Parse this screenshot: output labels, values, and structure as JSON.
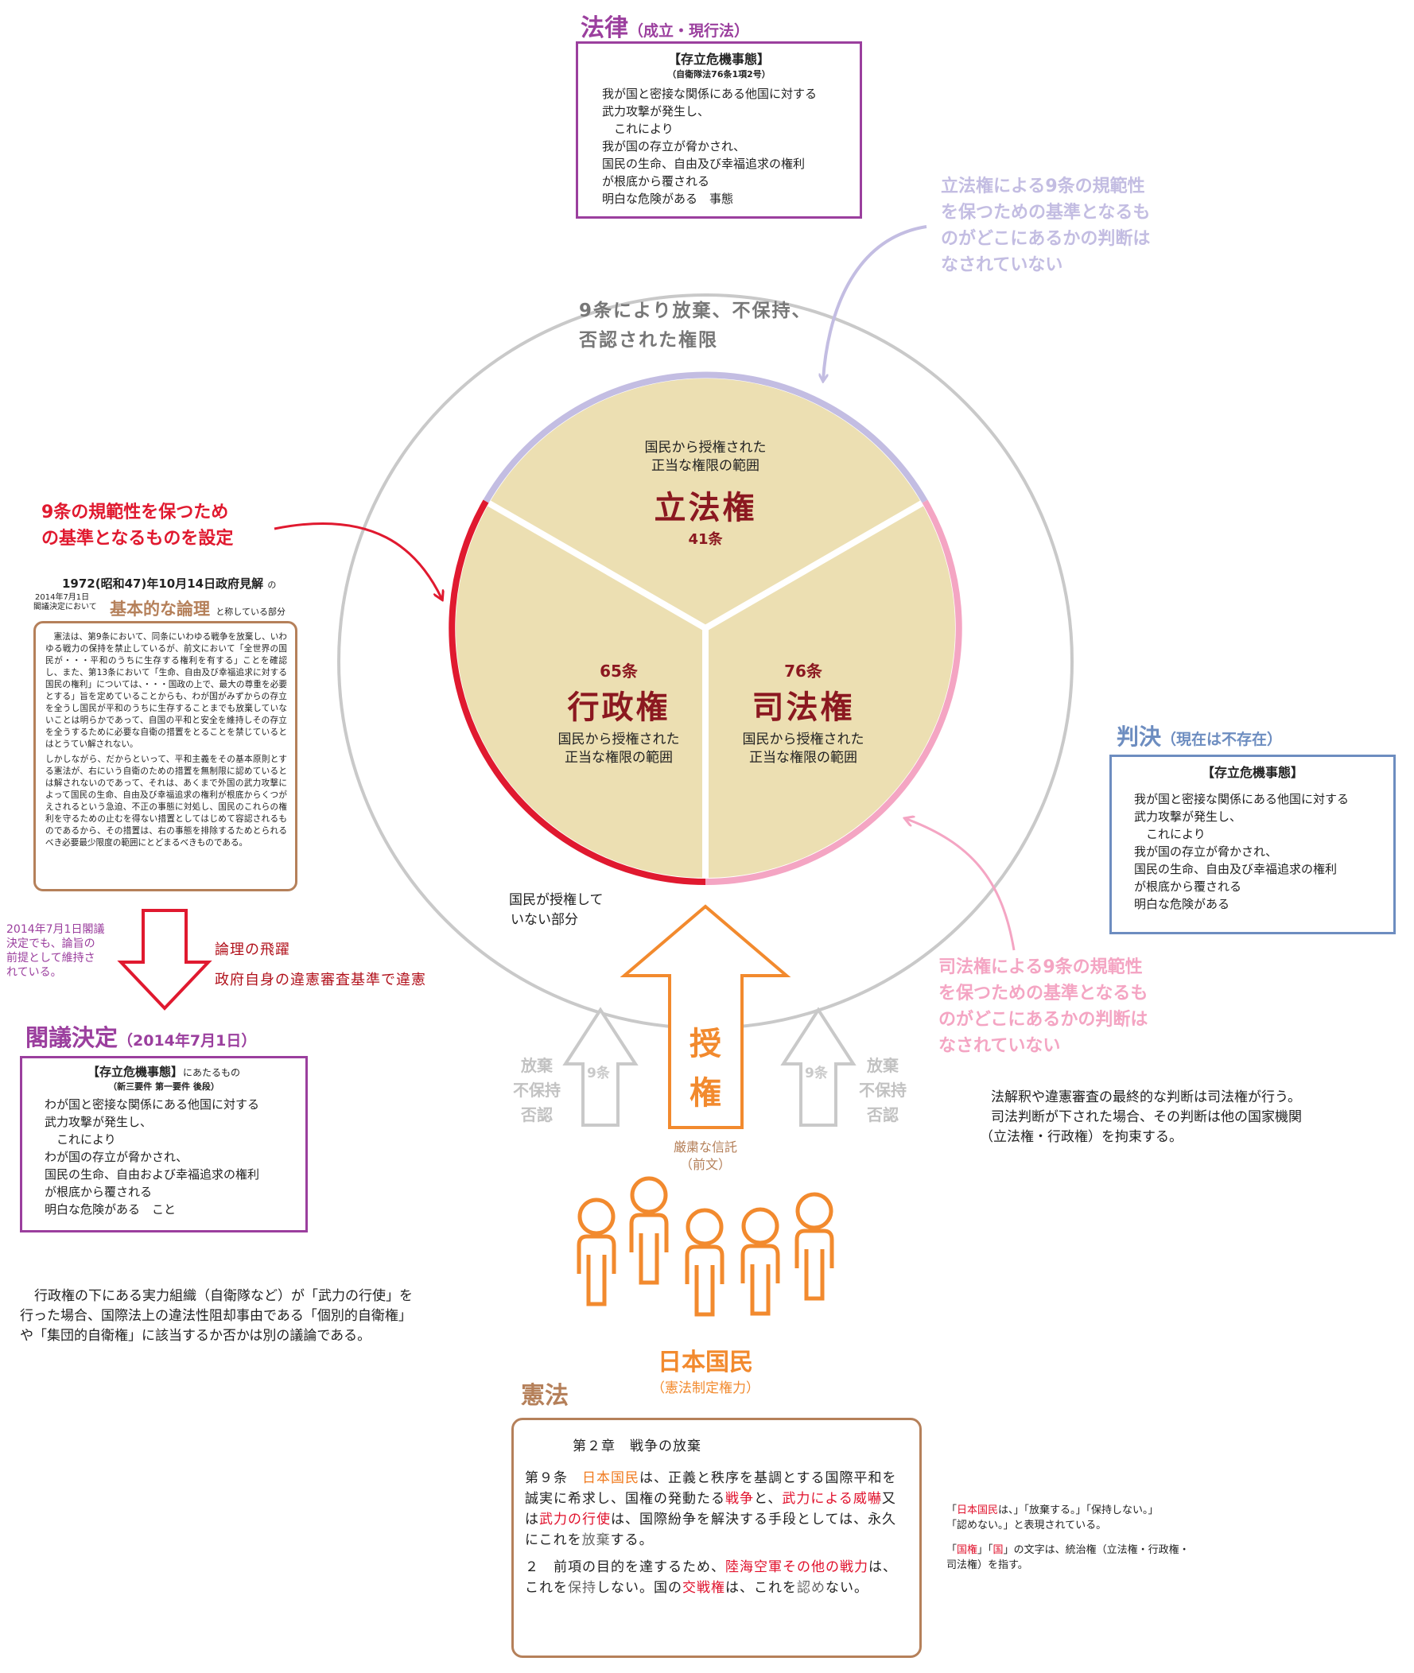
{
  "colors": {
    "purple": "#9b3f9e",
    "blue": "#6d8dc0",
    "brown": "#b5805a",
    "orange": "#f28a2e",
    "red": "#e0192f",
    "pink": "#f4a5c3",
    "lavender": "#c3bde2",
    "beige": "#ecdfb2",
    "dark_red": "#8b1820",
    "gray": "#c9c9c9"
  },
  "law": {
    "title": "法律",
    "subtitle": "（成立・現行法）",
    "box_title": "【存立危機事態】",
    "box_sub": "（自衛隊法76条1項2号）",
    "lines": [
      "我が国と密接な関係にある他国に対する",
      "武力攻撃が発生し、",
      "　これにより",
      "我が国の存立が脅かされ、",
      "国民の生命、自由及び幸福追求の権利",
      "が根底から覆される",
      "明白な危険がある　事態"
    ]
  },
  "legislative_note": [
    "立法権による9条の規範性",
    "を保つための基準となるも",
    "のがどこにあるかの判断は",
    "なされていない"
  ],
  "outer_ring_label": [
    "9条により放棄、不保持、",
    "否認された権限"
  ],
  "circle": {
    "legislative": {
      "desc": [
        "国民から授権された",
        "正当な権限の範囲"
      ],
      "name": "立法権",
      "article": "41条"
    },
    "executive": {
      "article": "65条",
      "name": "行政権",
      "desc": [
        "国民から授権された",
        "正当な権限の範囲"
      ]
    },
    "judicial": {
      "article": "76条",
      "name": "司法権",
      "desc": [
        "国民から授権された",
        "正当な権限の範囲"
      ]
    },
    "not_authorized": [
      "国民が授権して",
      "いない部分"
    ]
  },
  "norm_setting": [
    "9条の規範性を保つため",
    "の基準となるものを設定"
  ],
  "gov_1972": {
    "header": "1972(昭和47)年10月14日政府見解",
    "header_suffix": "の",
    "date_small": [
      "2014年7月1日",
      "閣議決定において"
    ],
    "basic_logic": "基本的な論理",
    "basic_suffix": "と称している部分",
    "para1": "憲法は、第9条において、同条にいわゆる戦争を放棄し、いわゆる戦力の保持を禁止しているが、前文において「全世界の国民が・・・平和のうちに生存する権利を有する」ことを確認し、また、第13条において「生命、自由及び幸福追求に対する国民の権利」については、・・・国政の上で、最大の尊重を必要とする」旨を定めていることからも、わが国がみずからの存立を全うし国民が平和のうちに生存することまでも放棄していないことは明らかであって、自国の平和と安全を維持しその存立を全うするために必要な自衛の措置をとることを禁じているとはとうてい解されない。",
    "para2": "しかしながら、だからといって、平和主義をその基本原則とする憲法が、右にいう自衛のための措置を無制限に認めているとは解されないのであって、それは、あくまで外国の武力攻撃によって国民の生命、自由及び幸福追求の権利が根底からくつがえされるという急迫、不正の事態に対処し、国民のこれらの権利を守るための止むを得ない措置としてはじめて容認されるものであるから、その措置は、右の事態を排除するためとられるべき必要最少限度の範囲にとどまるべきものである。"
  },
  "maintained_note": [
    "2014年7月1日閣議",
    "決定でも、論旨の",
    "前提として維持さ",
    "れている。"
  ],
  "logic_leap": "論理の飛躍",
  "gov_violation": "政府自身の違憲審査基準で違憲",
  "cabinet": {
    "title": "閣議決定",
    "subtitle": "（2014年7月1日）",
    "box_title": "【存立危機事態】",
    "box_title_suffix": "にあたるもの",
    "box_sub": "（新三要件 第一要件 後段）",
    "lines": [
      "わが国と密接な関係にある他国に対する",
      "武力攻撃が発生し、",
      "　これにより",
      "わが国の存立が脅かされ、",
      "国民の生命、自由および幸福追求の権利",
      "が根底から覆される",
      "明白な危険がある　こと"
    ]
  },
  "judgment": {
    "title": "判決",
    "subtitle": "（現在は不存在）",
    "box_title": "【存立危機事態】",
    "lines": [
      "我が国と密接な関係にある他国に対する",
      "武力攻撃が発生し、",
      "　これにより",
      "我が国の存立が脅かされ、",
      "国民の生命、自由及び幸福追求の権利",
      "が根底から覆される",
      "明白な危険がある"
    ]
  },
  "judicial_note": [
    "司法権による9条の規範性",
    "を保つための基準となるも",
    "のがどこにあるかの判断は",
    "なされていない"
  ],
  "judicial_statement": [
    "法解釈や違憲審査の最終的な判断は司法権が行う。",
    "司法判断が下された場合、その判断は他の国家機関",
    "（立法権・行政権）を拘束する。"
  ],
  "arrows": {
    "left": {
      "article": "9条",
      "text": [
        "放棄",
        "不保持",
        "否認"
      ]
    },
    "right": {
      "article": "9条",
      "text": [
        "放棄",
        "不保持",
        "否認"
      ]
    },
    "center": [
      "授",
      "権"
    ],
    "trust": [
      "厳粛な信託",
      "（前文）"
    ]
  },
  "people": {
    "title": "日本国民",
    "subtitle": "（憲法制定権力）"
  },
  "self_defense_note": [
    "行政権の下にある実力組織（自衛隊など）が「武力の行使」を",
    "行った場合、国際法上の違法性阻却事由である「個別的自衛権」",
    "や「集団的自衛権」に該当するか否かは別の議論である。"
  ],
  "constitution": {
    "title": "憲法",
    "chapter": "第２章　戦争の放棄",
    "art9_p1": [
      {
        "t": "第９条　"
      },
      {
        "t": "日本国民",
        "c": "org"
      },
      {
        "t": "は、正義と秩序を基調とする国際平和を誠実に希求し、国権の発動たる"
      },
      {
        "t": "戦争",
        "c": "red"
      },
      {
        "t": "と、"
      },
      {
        "t": "武力による威嚇",
        "c": "red"
      },
      {
        "t": "又は"
      },
      {
        "t": "武力の行使",
        "c": "red"
      },
      {
        "t": "は、国際紛争を解決する手段としては、永久にこれを"
      },
      {
        "t": "放棄",
        "c": "gry"
      },
      {
        "t": "する。"
      }
    ],
    "art9_p2": [
      {
        "t": "２　前項の目的を達するため、"
      },
      {
        "t": "陸海空軍その他の戦力",
        "c": "red"
      },
      {
        "t": "は、これを"
      },
      {
        "t": "保持",
        "c": "gry"
      },
      {
        "t": "しない。国の"
      },
      {
        "t": "交戦権",
        "c": "red"
      },
      {
        "t": "は、これを"
      },
      {
        "t": "認め",
        "c": "gry"
      },
      {
        "t": "ない。"
      }
    ]
  },
  "expression_note": {
    "line1": [
      {
        "t": "「"
      },
      {
        "t": "日本国民",
        "c": "red"
      },
      {
        "t": "は、」「放棄する。」「保持しない。」"
      }
    ],
    "line2": "「認めない。」と表現されている。",
    "line3": [
      {
        "t": "「"
      },
      {
        "t": "国権",
        "c": "red"
      },
      {
        "t": "」「"
      },
      {
        "t": "国",
        "c": "red"
      },
      {
        "t": "」の文字は、統治権（立法権・行政権・"
      }
    ],
    "line4": "司法権）を指す。"
  }
}
